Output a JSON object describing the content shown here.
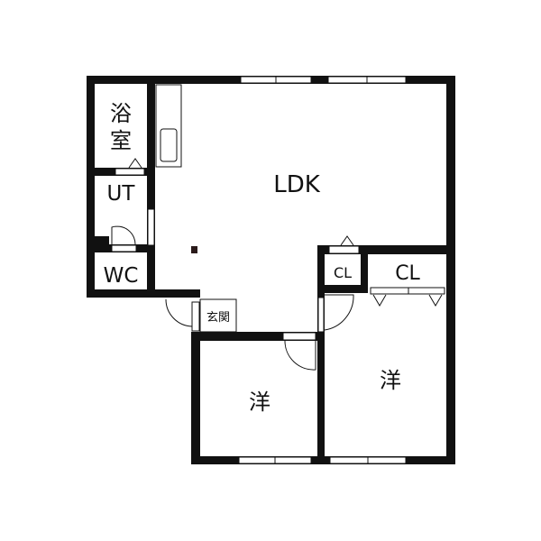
{
  "rooms": {
    "bath": "浴室",
    "utility": "UT",
    "toilet": "WC",
    "ldk": "LDK",
    "entrance": "玄関",
    "closet_small": "CL",
    "closet_large": "CL",
    "western_room_1": "洋",
    "western_room_2": "洋"
  },
  "colors": {
    "wall": "#111111",
    "background": "#ffffff"
  }
}
